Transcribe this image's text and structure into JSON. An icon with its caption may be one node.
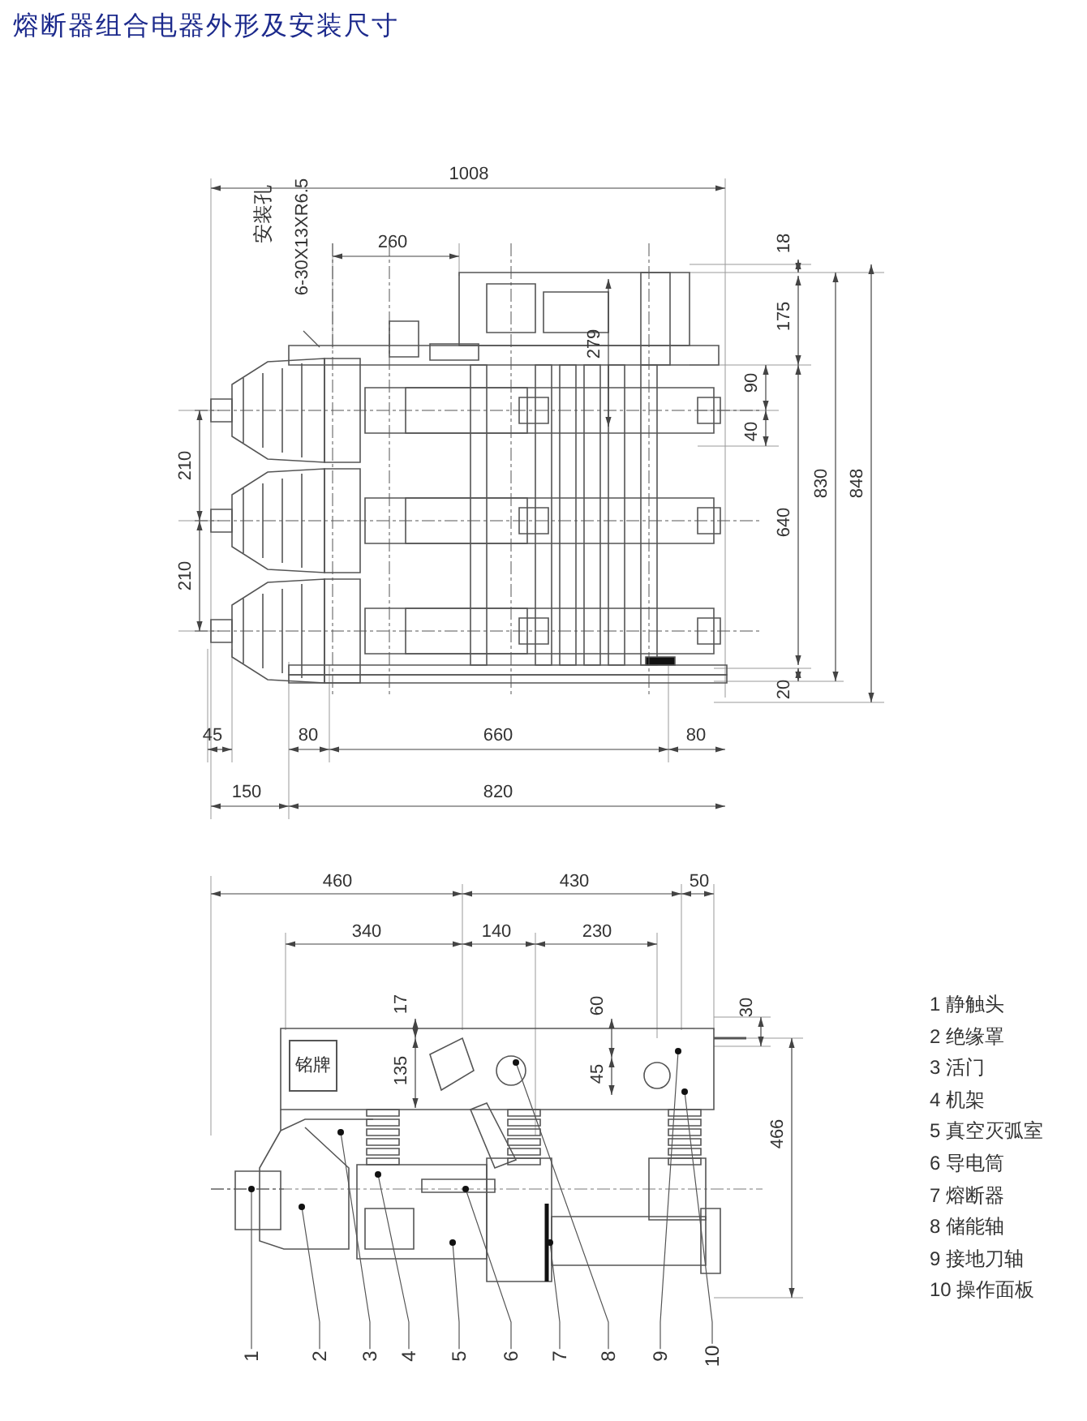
{
  "diagram": {
    "title": "熔断器组合电器外形及安装尺寸",
    "nodes": [
      {
        "text": [
          "安装孔",
          "6-30X13XR6.5"
        ]
      },
      {
        "text": [
          "1"
        ]
      },
      {
        "text": [
          "2"
        ]
      },
      {
        "text": [
          "3"
        ]
      },
      {
        "text": [
          "4"
        ]
      },
      {
        "text": [
          "5"
        ]
      },
      {
        "text": [
          "6"
        ]
      },
      {
        "text": [
          "7"
        ]
      },
      {
        "text": [
          "8"
        ]
      },
      {
        "text": [
          "9"
        ]
      },
      {
        "text": [
          "10"
        ]
      }
    ],
    "edges": [
      {
        "from": 0,
        "to": null,
        "arrow": "none"
      },
      {
        "from": 1,
        "to": null,
        "arrow": "other"
      },
      {
        "from": 2,
        "to": null,
        "arrow": "other"
      },
      {
        "from": 3,
        "to": null,
        "arrow": "other"
      },
      {
        "from": 4,
        "to": null,
        "arrow": "other"
      },
      {
        "from": 5,
        "to": null,
        "arrow": "other"
      },
      {
        "from": 6,
        "to": null,
        "arrow": "other"
      },
      {
        "from": 7,
        "to": null,
        "arrow": "other"
      },
      {
        "from": 8,
        "to": null,
        "arrow": "other"
      },
      {
        "from": 9,
        "to": null,
        "arrow": "other"
      },
      {
        "from": 10,
        "to": null,
        "arrow": "other"
      }
    ],
    "labels": [
      "1008",
      "260",
      "18",
      "175",
      "279",
      "90",
      "40",
      "210",
      "210",
      "640",
      "830",
      "848",
      "20",
      "45",
      "80",
      "660",
      "80",
      "150",
      "820",
      "460",
      "430",
      "50",
      "340",
      "140",
      "230",
      "17",
      "60",
      "30",
      "135",
      "45",
      "466",
      "1 静触头",
      "2 绝缘罩",
      "3 活门",
      "4 机架",
      "5 真空灭弧室",
      "6 导电筒",
      "7 熔断器",
      "8 储能轴",
      "9 接地刀轴",
      "10 操作面板",
      "铭牌"
    ]
  }
}
